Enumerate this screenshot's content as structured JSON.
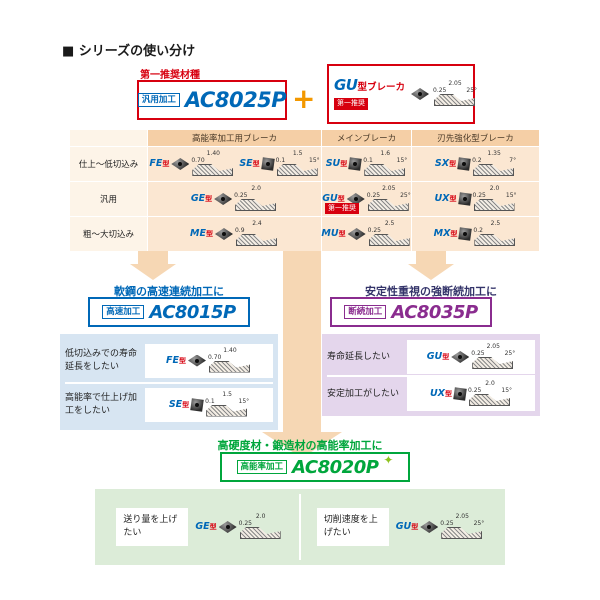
{
  "title": "■ シリーズの使い分け",
  "colors": {
    "red": "#d7000f",
    "blue": "#0068b7",
    "purple": "#8a2c8f",
    "green": "#00a63c",
    "orange_plus": "#f39800",
    "peach": "#f6d7b4"
  },
  "top": {
    "recommend_label": "第一推奨材種",
    "grade": {
      "tag": "汎用加工",
      "name": "AC8025P"
    },
    "plus": "+",
    "breaker": {
      "type": "GU",
      "suffix": "型ブレーカ",
      "badge": "第一推奨"
    }
  },
  "table": {
    "col_headers": [
      "高能率加工用ブレーカ",
      "メインブレーカ",
      "刃先強化型ブレーカ"
    ],
    "row_labels": [
      "仕上〜低切込み",
      "汎用",
      "粗〜大切込み"
    ]
  },
  "breakers": {
    "fe": {
      "type": "FE",
      "suffix": "型",
      "dim_top": "1.40",
      "dim_left": "0.70",
      "dim_angle": ""
    },
    "se": {
      "type": "SE",
      "suffix": "型",
      "dim_top": "1.5",
      "dim_left": "0.1",
      "dim_angle": "15°"
    },
    "su": {
      "type": "SU",
      "suffix": "型",
      "dim_top": "1.6",
      "dim_left": "0.1",
      "dim_angle": "15°"
    },
    "sx": {
      "type": "SX",
      "suffix": "型",
      "dim_top": "1.35",
      "dim_left": "0.2",
      "dim_angle": "7°"
    },
    "ge": {
      "type": "GE",
      "suffix": "型",
      "dim_top": "2.0",
      "dim_left": "0.25",
      "dim_angle": ""
    },
    "gu": {
      "type": "GU",
      "suffix": "型",
      "dim_top": "2.05",
      "dim_left": "0.25",
      "dim_angle": "25°",
      "badge": "第一推奨"
    },
    "ux": {
      "type": "UX",
      "suffix": "型",
      "dim_top": "2.0",
      "dim_left": "0.25",
      "dim_angle": "15°"
    },
    "me": {
      "type": "ME",
      "suffix": "型",
      "dim_top": "2.4",
      "dim_left": "0.9",
      "dim_angle": ""
    },
    "mu": {
      "type": "MU",
      "suffix": "型",
      "dim_top": "2.5",
      "dim_left": "0.25",
      "dim_angle": ""
    },
    "mx": {
      "type": "MX",
      "suffix": "型",
      "dim_top": "2.5",
      "dim_left": "0.2",
      "dim_angle": ""
    }
  },
  "left_panel": {
    "heading": "軟鋼の高速連続加工に",
    "grade": {
      "tag": "高速加工",
      "name": "AC8015P"
    },
    "rows": [
      {
        "text": "低切込みでの寿命延長をしたい"
      },
      {
        "text": "高能率で仕上げ加工をしたい"
      }
    ]
  },
  "right_panel": {
    "heading": "安定性重視の強断続加工に",
    "grade": {
      "tag": "断続加工",
      "name": "AC8035P"
    },
    "rows": [
      {
        "text": "寿命延長したい"
      },
      {
        "text": "安定加工がしたい"
      }
    ]
  },
  "bottom_panel": {
    "heading": "高硬度材・鍛造材の高能率加工に",
    "grade": {
      "tag": "高能率加工",
      "name": "AC8020P",
      "sparkle": "✦"
    },
    "items": [
      {
        "text": "送り量を上げたい"
      },
      {
        "text": "切削速度を上げたい"
      }
    ]
  }
}
